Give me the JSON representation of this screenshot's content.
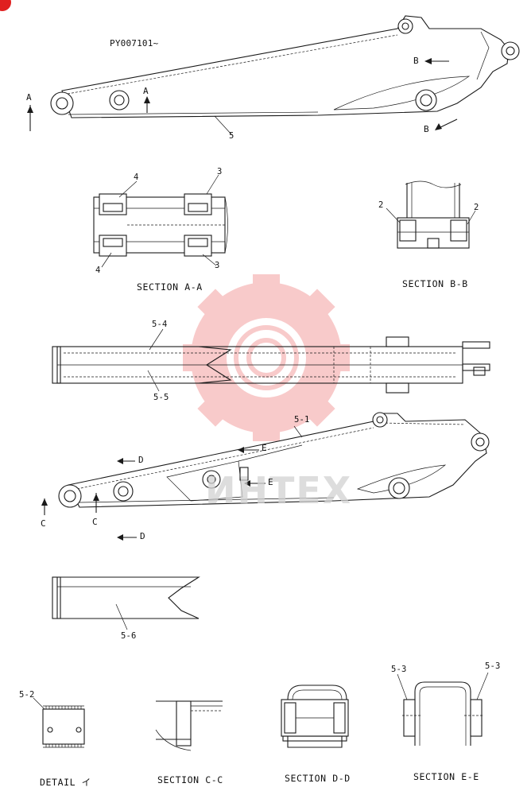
{
  "serial_range": "PY007101~",
  "callouts": {
    "top_boom": "5",
    "sec_a_top": "4",
    "sec_a_top_right": "3",
    "sec_a_bottom": "4",
    "sec_a_bottom_right": "3",
    "sec_b_left": "2",
    "sec_b_right": "2",
    "plate_upper": "5-4",
    "plate_lower": "5-5",
    "boom_body": "5-1",
    "plate_bottom": "5-6",
    "detail_part": "5-2",
    "sec_e_left": "5-3",
    "sec_e_right": "5-3"
  },
  "section_marks": {
    "a_left": "A",
    "a_mid": "A",
    "b_top": "B",
    "b_bottom": "B",
    "c_left": "C",
    "c_mid": "C",
    "d_top": "D",
    "d_bottom": "D",
    "e_top": "E",
    "e_bottom": "E"
  },
  "captions": {
    "section_a": "SECTION A-A",
    "section_b": "SECTION B-B",
    "detail": "DETAIL イ",
    "section_c": "SECTION C-C",
    "section_d": "SECTION D-D",
    "section_e": "SECTION E-E"
  },
  "watermark": "ИНТЕХ",
  "colors": {
    "line": "#1a1a1a",
    "watermark_red": "#f08080",
    "watermark_gray": "#d2d2d2",
    "corner_badge": "#e02020"
  }
}
